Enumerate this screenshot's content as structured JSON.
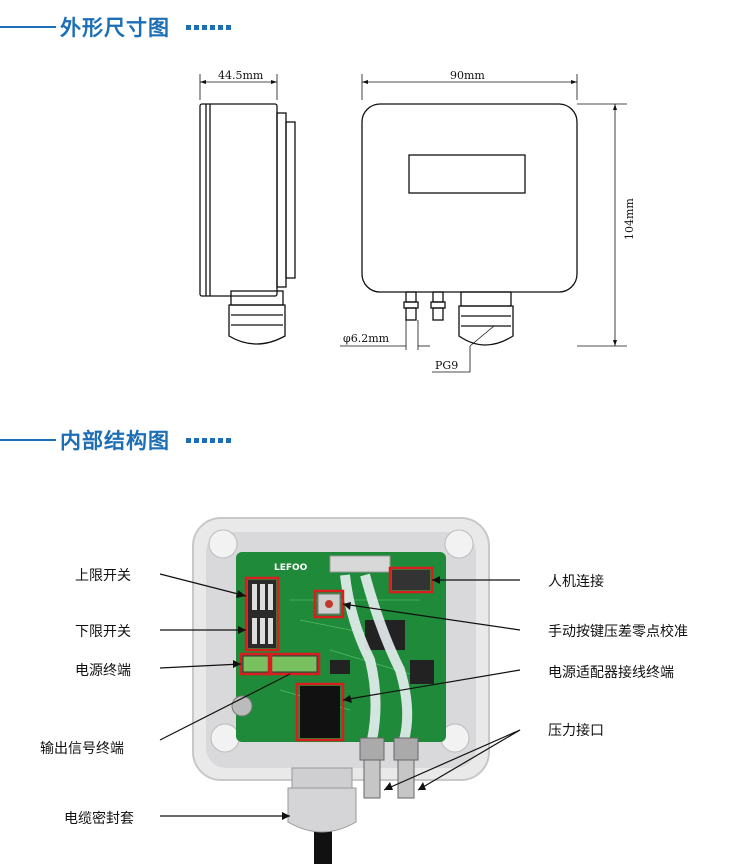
{
  "sections": {
    "dimensions": {
      "title": "外形尺寸图"
    },
    "internal": {
      "title": "内部结构图"
    }
  },
  "dimension_labels": {
    "depth": "44.5mm",
    "width": "90mm",
    "height": "104mm",
    "fitting": "φ6.2mm",
    "gland": "PG9"
  },
  "callouts": {
    "upper_switch": "上限开关",
    "lower_switch": "下限开关",
    "power_terminal": "电源终端",
    "output_terminal": "输出信号终端",
    "cable_gland": "电缆密封套",
    "hmi_connector": "人机连接",
    "zero_button": "手动按键压差零点校准",
    "adapter_terminal": "电源适配器接线终端",
    "pressure_port": "压力接口"
  },
  "board_brand": "LEFOO",
  "colors": {
    "accent": "#1d6fb5",
    "highlight": "#d81e1e",
    "pcb": "#1f8a3a"
  }
}
